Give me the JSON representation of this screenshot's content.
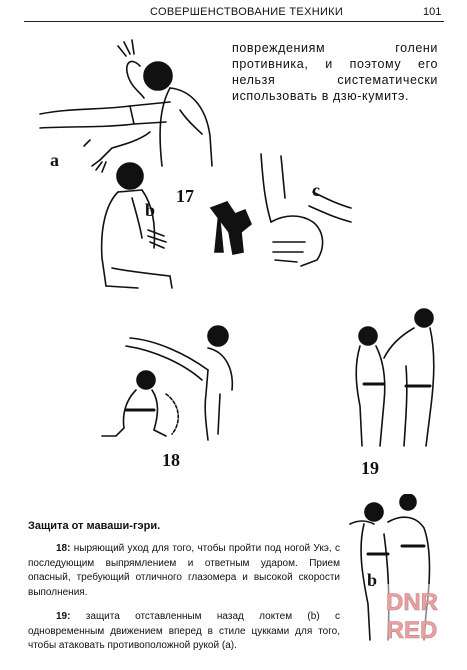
{
  "header": {
    "title": "СОВЕРШЕНСТВОВАНИЕ ТЕХНИКИ",
    "page_number": "101"
  },
  "top_text": {
    "lines": [
      "повреждениям голени",
      "противника, и поэтому его",
      "нельзя систематически",
      "использовать в дзю-кумитэ."
    ]
  },
  "figures": {
    "label_a": "a",
    "label_b": "b",
    "label_c": "c",
    "label_17": "17",
    "label_18": "18",
    "label_19": "19",
    "label_b2": "b"
  },
  "section": {
    "title": "Защита от маваши-гэри.",
    "p1_num": "18:",
    "p1_text": " ныряющий уход для того, чтобы пройти под ногой Укэ, с последующим выпрямлением и ответным ударом. Прием опасный, требующий отличного глазомера и высокой скорости выполнения.",
    "p2_num": "19:",
    "p2_text": " защита отставленным назад локтем (b) с одновременным движением вперед в стиле цукками для того, чтобы атаковать противоположной рукой (a)."
  },
  "watermark": {
    "line1": "DNR",
    "line2": "RED"
  }
}
